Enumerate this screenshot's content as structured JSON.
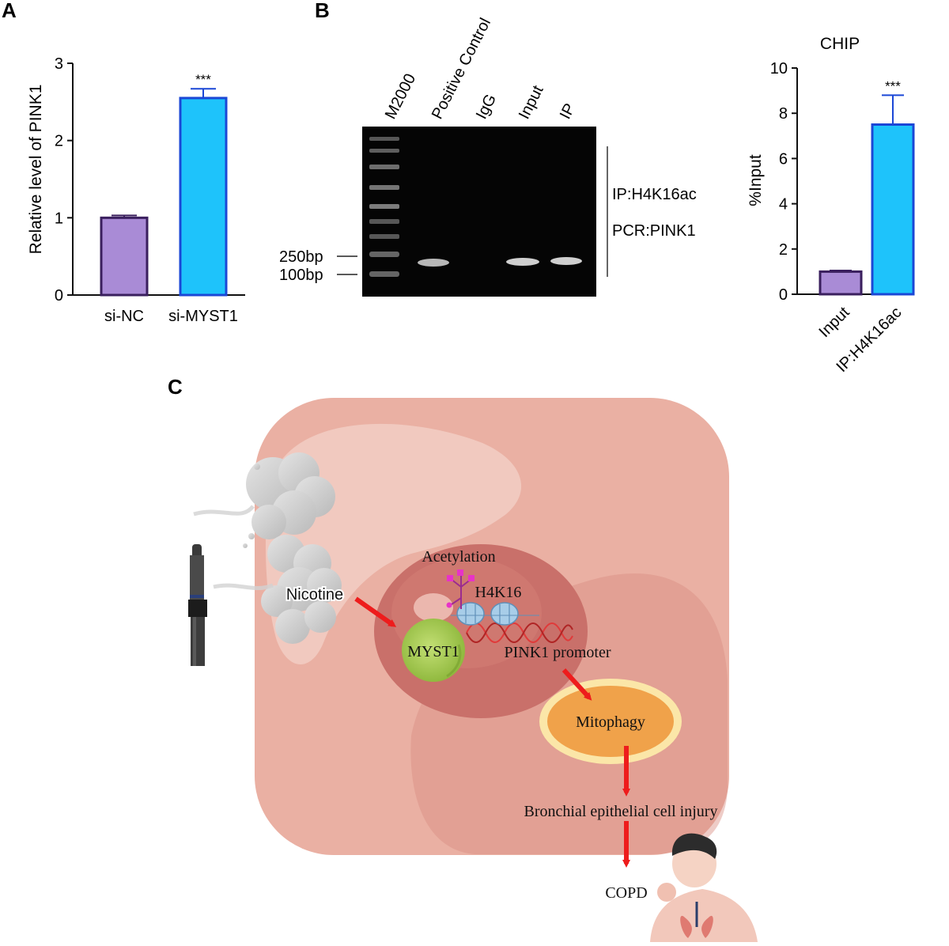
{
  "figure": {
    "panel_labels": {
      "a": "A",
      "b": "B",
      "c": "C"
    }
  },
  "chart_data": [
    {
      "type": "bar",
      "panel": "A",
      "title": "",
      "ylabel": "Relative level of PINK1",
      "xlabel": "",
      "categories": [
        "si-NC",
        "si-MYST1"
      ],
      "values": [
        1.0,
        2.55
      ],
      "errors": [
        0.03,
        0.12
      ],
      "significance": [
        "",
        "***"
      ],
      "yticks": [
        "0",
        "1",
        "2",
        "3"
      ],
      "ylim": [
        0,
        3
      ],
      "colors": [
        "#a98bd6",
        "#1ec3fb"
      ],
      "edge_colors": [
        "#3a1f5e",
        "#1b47d6"
      ],
      "grid": false
    },
    {
      "type": "bar",
      "panel": "B",
      "title": "CHIP",
      "ylabel": "%Input",
      "xlabel": "",
      "categories": [
        "Input",
        "IP:H4K16ac"
      ],
      "values": [
        1.0,
        7.5
      ],
      "errors": [
        0.05,
        1.3
      ],
      "significance": [
        "",
        "***"
      ],
      "yticks": [
        "0",
        "2",
        "4",
        "6",
        "8",
        "10"
      ],
      "ylim": [
        0,
        10
      ],
      "colors": [
        "#a98bd6",
        "#1ec3fb"
      ],
      "edge_colors": [
        "#3a1f5e",
        "#1b47d6"
      ],
      "grid": false
    }
  ],
  "gel": {
    "lane_labels": [
      "M2000",
      "Positive Control",
      "IgG",
      "Input",
      "IP"
    ],
    "marker_labels": [
      "250bp",
      "100bp"
    ],
    "annotations": [
      "IP:H4K16ac",
      "PCR:PINK1"
    ]
  },
  "diagram": {
    "nicotine": "Nicotine",
    "acetylation": "Acetylation",
    "h4k16": "H4K16",
    "myst1": "MYST1",
    "pink1_promoter": "PINK1 promoter",
    "mitophagy": "Mitophagy",
    "injury": "Bronchial epithelial cell injury",
    "copd": "COPD"
  },
  "colors": {
    "arrow": "#ee1c1c",
    "cell": "#eab0a3",
    "nucleus": "#c9706a",
    "mitochondrion": "#f0a24a",
    "myst1": "#a7cf55"
  }
}
